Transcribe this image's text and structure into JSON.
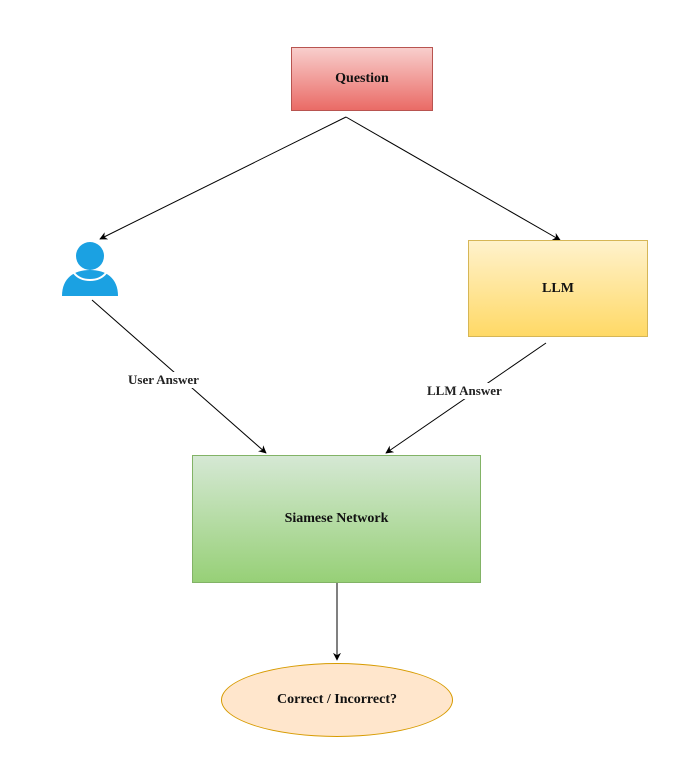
{
  "nodes": {
    "question": "Question",
    "llm": "LLM",
    "siamese": "Siamese Network",
    "result": "Correct / Incorrect?"
  },
  "edge_labels": {
    "user_answer": "User Answer",
    "llm_answer": "LLM Answer"
  },
  "icons": {
    "user": "user-icon"
  },
  "colors": {
    "question_fill": "#ea6b66",
    "llm_fill": "#ffd966",
    "siamese_fill": "#97d077",
    "result_fill": "#ffe6cc",
    "user_icon": "#1ba1e2"
  }
}
